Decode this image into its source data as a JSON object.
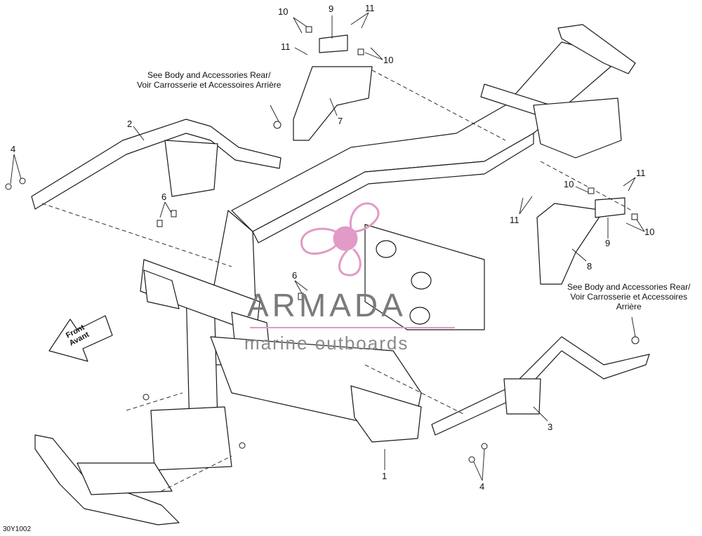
{
  "callouts": [
    {
      "id": "c10a",
      "text": "10"
    },
    {
      "id": "c9a",
      "text": "9"
    },
    {
      "id": "c11a",
      "text": "11"
    },
    {
      "id": "c11b",
      "text": "11"
    },
    {
      "id": "c10b",
      "text": "10"
    },
    {
      "id": "c7",
      "text": "7"
    },
    {
      "id": "c2",
      "text": "2"
    },
    {
      "id": "c4a",
      "text": "4"
    },
    {
      "id": "c6a",
      "text": "6"
    },
    {
      "id": "c6b",
      "text": "6"
    },
    {
      "id": "c11c",
      "text": "11"
    },
    {
      "id": "c10c",
      "text": "10"
    },
    {
      "id": "c11d",
      "text": "11"
    },
    {
      "id": "c10d",
      "text": "10"
    },
    {
      "id": "c9b",
      "text": "9"
    },
    {
      "id": "c8",
      "text": "8"
    },
    {
      "id": "c3",
      "text": "3"
    },
    {
      "id": "c1",
      "text": "1"
    },
    {
      "id": "c4b",
      "text": "4"
    }
  ],
  "notes": {
    "rear_left_line1": "See Body and Accessories Rear/",
    "rear_left_line2": "Voir Carrosserie et Accessoires Arrière",
    "rear_right_line1": "See Body and Accessories Rear/",
    "rear_right_line2": "Voir Carrosserie et Accessoires",
    "rear_right_line3": "Arrière"
  },
  "front_arrow": {
    "line1": "Front",
    "line2": "Avant"
  },
  "watermark": {
    "title": "ARMADA",
    "subtitle": "marine outboards",
    "accent": "#e29ac6"
  },
  "diagram_code": "30Y1002",
  "colors": {
    "line": "#1a1a1a",
    "fill": "#ffffff",
    "watermark_pink": "#e29ac6",
    "watermark_gray": "#7a7a7a"
  }
}
